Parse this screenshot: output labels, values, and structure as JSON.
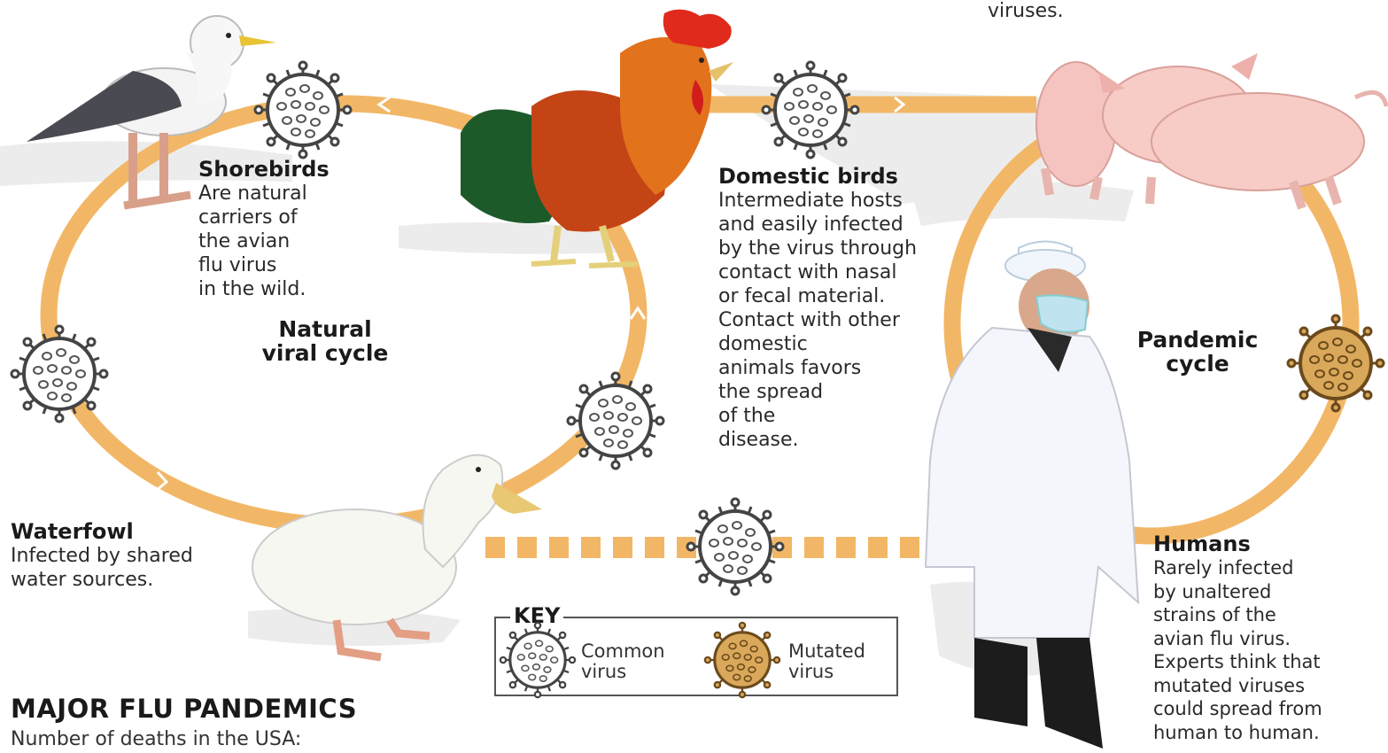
{
  "top_fragment": "viruses.",
  "cycles": {
    "natural": [
      "Natural",
      "viral cycle"
    ],
    "pandemic": [
      "Pandemic",
      "cycle"
    ]
  },
  "hosts": {
    "shorebirds": {
      "title": "Shorebirds",
      "lines": [
        "Are natural",
        "carriers of",
        "the avian",
        "flu virus",
        "in the wild."
      ]
    },
    "domestic_birds": {
      "title": "Domestic birds",
      "lines": [
        "Intermediate hosts",
        "and easily infected",
        "by the virus through",
        "contact with nasal",
        "or fecal material.",
        "Contact with other",
        "domestic",
        "animals favors",
        "the spread",
        "of the",
        "disease."
      ]
    },
    "waterfowl": {
      "title": "Waterfowl",
      "lines": [
        "Infected by shared",
        "water sources."
      ]
    },
    "humans": {
      "title": "Humans",
      "lines": [
        "Rarely infected",
        "by unaltered",
        "strains of the",
        "avian flu virus.",
        "Experts think that",
        "mutated viruses",
        "could spread from",
        "human to human."
      ]
    }
  },
  "key": {
    "title": "KEY",
    "common": [
      "Common",
      "virus"
    ],
    "mutated": [
      "Mutated",
      "virus"
    ]
  },
  "pandemics": {
    "title": "MAJOR FLU PANDEMICS",
    "subtitle": "Number of deaths in the USA:"
  },
  "colors": {
    "cycle_ring": "#f2b766",
    "common_virus": "#444444",
    "mutated_virus_fill": "#d9a85a",
    "shadow": "#e6e6e6"
  },
  "icons": [
    "seagull",
    "rooster",
    "duck",
    "pigs",
    "doctor-in-mask",
    "common-virus",
    "mutated-virus"
  ]
}
